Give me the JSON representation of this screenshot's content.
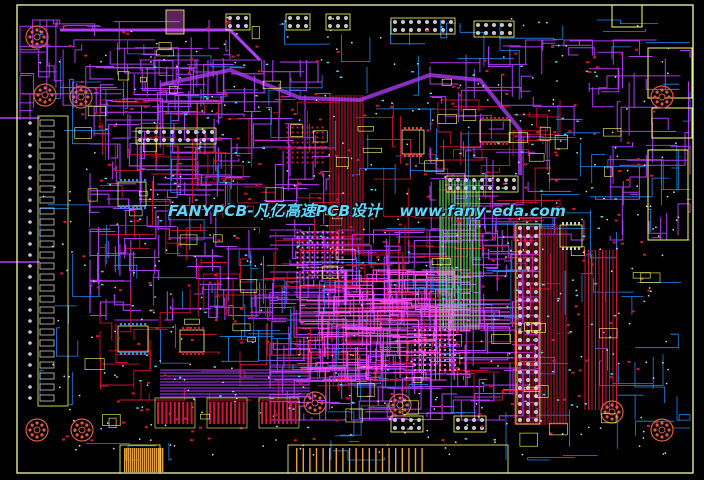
{
  "watermark": {
    "brand": "FANYPCB-凡亿高速PCB设计",
    "url": "www.fany-eda.com"
  },
  "colors": {
    "background": "#000000",
    "board_outline": "#e8e8a0",
    "layer_top": "#d4143a",
    "layer_inner": "#b43cff",
    "layer_mid": "#ff4ff0",
    "layer_bottom": "#1f8fff",
    "pads": "#c8c8c8",
    "silkscreen": "#ffff66",
    "mounting_holes": "#e05a40"
  },
  "components": {
    "mounting_holes": 10,
    "edge_connector_fingers": 40
  }
}
